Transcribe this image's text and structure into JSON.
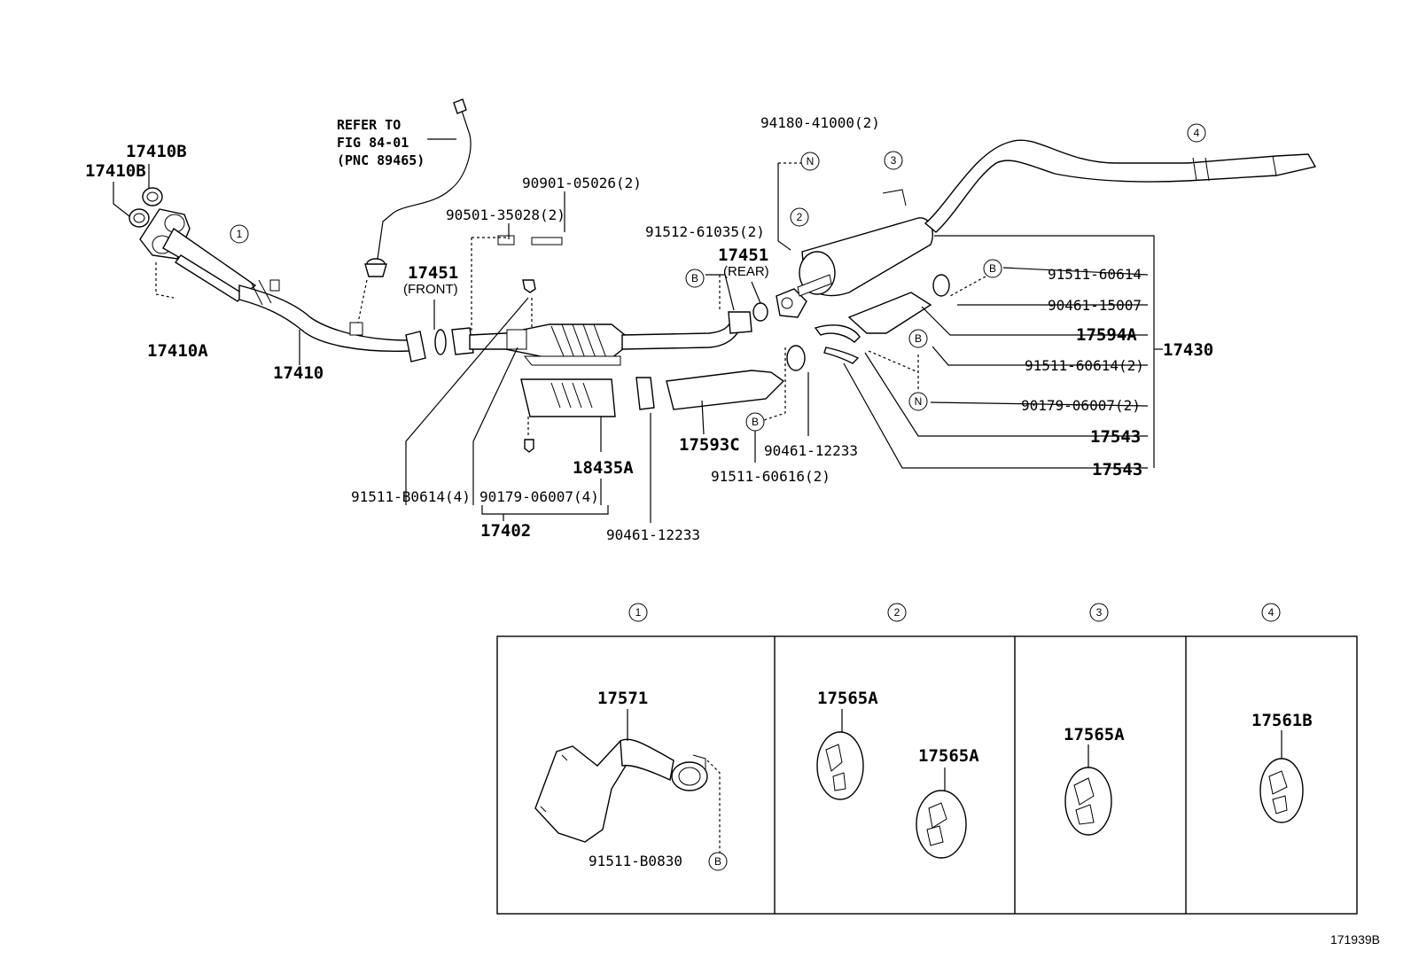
{
  "labels": {
    "p17410B_a": "17410B",
    "p17410B_b": "17410B",
    "p17410A": "17410A",
    "p17410": "17410",
    "refer1": "REFER TO",
    "refer2": "FIG 84-01",
    "refer3": "(PNC 89465)",
    "p90901": "90901-05026(2)",
    "p90501": "90501-35028(2)",
    "p17451f": "17451",
    "front": "(FRONT)",
    "p91512": "91512-61035(2)",
    "p17451r": "17451",
    "rear": "(REAR)",
    "p94180": "94180-41000(2)",
    "p91511_60614": "91511-60614",
    "p90461_15007": "90461-15007",
    "p17594A": "17594A",
    "p17430": "17430",
    "p91511_60614_2": "91511-60614(2)",
    "p90179_06007_2": "90179-06007(2)",
    "p17543a": "17543",
    "p17543b": "17543",
    "p90461_12233a": "90461-12233",
    "p91511_60616": "91511-60616(2)",
    "p17593C": "17593C",
    "p18435A": "18435A",
    "p91511_B0614": "91511-B0614(4)",
    "p90179_06007_4": "90179-06007(4)",
    "p17402": "17402",
    "p90461_12233b": "90461-12233",
    "p17571": "17571",
    "p91511_B0830": "91511-B0830",
    "p17565A_1": "17565A",
    "p17565A_2": "17565A",
    "p17565A_3": "17565A",
    "p17561B": "17561B",
    "figcode": "171939B"
  },
  "symbols": {
    "one": "1",
    "two": "2",
    "three": "3",
    "four": "4",
    "b": "B",
    "n": "N"
  }
}
